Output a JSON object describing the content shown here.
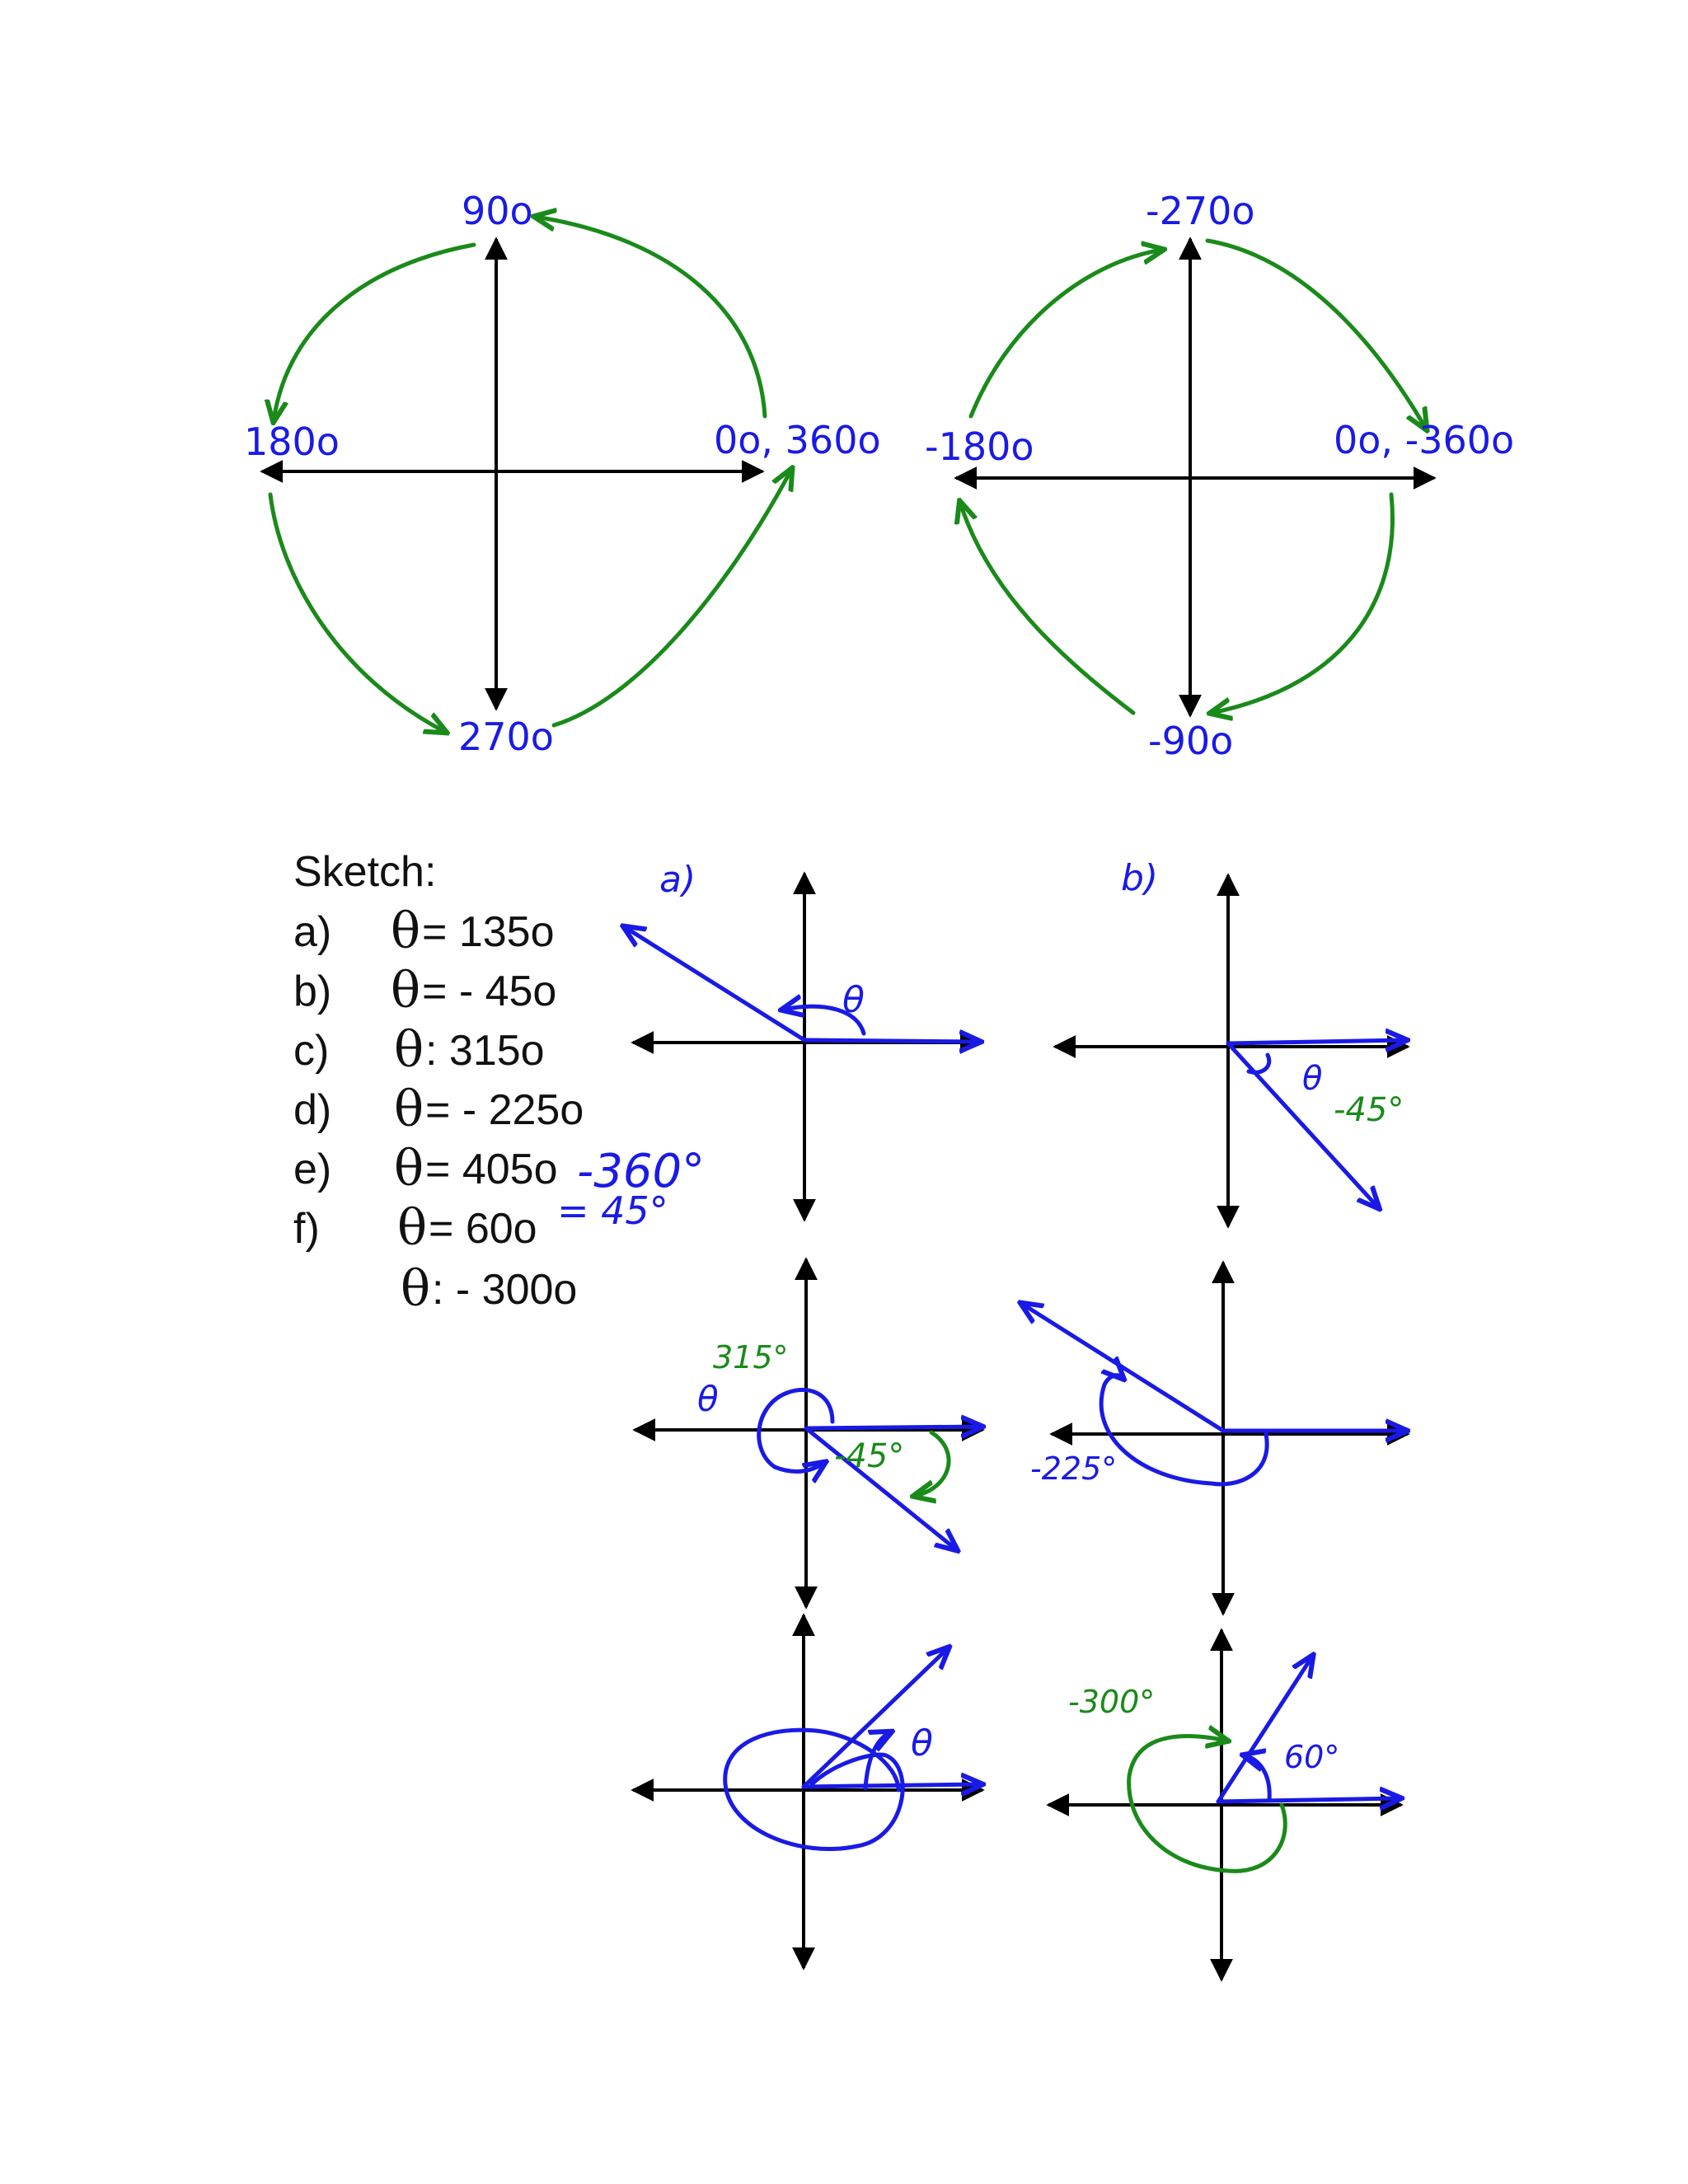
{
  "colors": {
    "label_blue": "#1a1ae6",
    "arrow_green": "#1a8a1a",
    "axis_black": "#000000"
  },
  "positive_circle": {
    "top": "90o",
    "left": "180o",
    "right": "0o, 360o",
    "bottom": "270o"
  },
  "negative_circle": {
    "top": "-270o",
    "left": "-180o",
    "right": "0o, -360o",
    "bottom": "-90o"
  },
  "sketch": {
    "title": "Sketch:",
    "items": [
      {
        "letter": "a)",
        "theta": "θ",
        "value": "= 135o"
      },
      {
        "letter": "b)",
        "theta": "θ",
        "value": "= - 45o"
      },
      {
        "letter": "c)",
        "theta": "θ",
        "value": ": 315o"
      },
      {
        "letter": "d)",
        "theta": "θ",
        "value": "= - 225o"
      },
      {
        "letter": "e)",
        "theta": "θ",
        "value": "= 405o"
      },
      {
        "letter": "f)",
        "theta": "θ",
        "value": "= 60o"
      },
      {
        "letter": "",
        "theta": "θ",
        "value": ": - 300o"
      }
    ]
  },
  "handwritten": {
    "e_note_1": "-360°",
    "e_note_2": "= 45°",
    "a_label": "a)",
    "a_theta": "θ",
    "b_label": "b)",
    "b_theta": "θ",
    "b_angle": "-45°",
    "c_angle_pos": "315°",
    "c_theta": "θ",
    "c_angle_neg": "-45°",
    "d_angle": "-225°",
    "e_theta": "θ",
    "f_neg": "-300°",
    "f_pos": "60°"
  }
}
